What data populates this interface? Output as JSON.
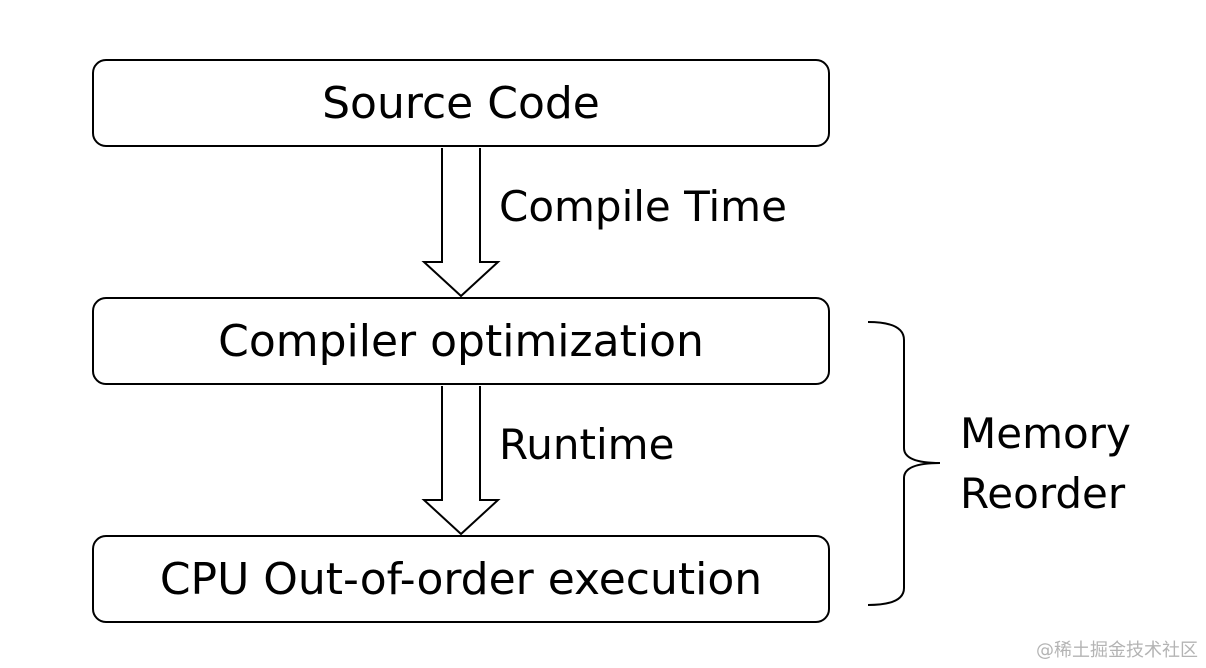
{
  "diagram": {
    "boxes": [
      {
        "label": "Source Code"
      },
      {
        "label": "Compiler optimization"
      },
      {
        "label": "CPU Out-of-order execution"
      }
    ],
    "arrows": [
      {
        "label": "Compile Time"
      },
      {
        "label": "Runtime"
      }
    ],
    "bracket": {
      "line1": "Memory",
      "line2": "Reorder"
    }
  },
  "watermark": "@稀土掘金技术社区"
}
